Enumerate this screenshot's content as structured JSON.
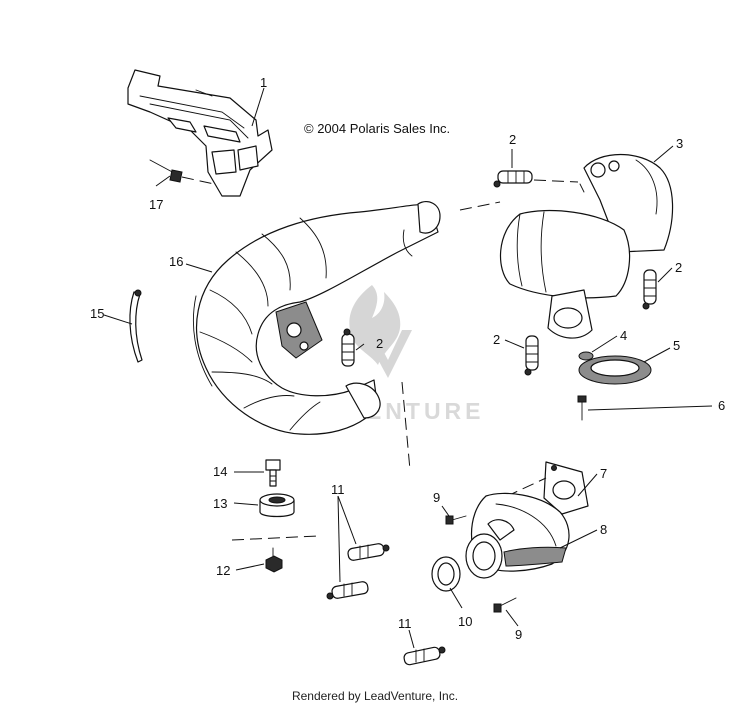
{
  "copyright": "© 2004 Polaris Sales Inc.",
  "watermark": "LEADVENTURE",
  "footer": "Rendered by LeadVenture, Inc.",
  "callouts": {
    "c1": "1",
    "c2a": "2",
    "c2b": "2",
    "c2c": "2",
    "c2d": "2",
    "c3": "3",
    "c4": "4",
    "c5": "5",
    "c6": "6",
    "c7": "7",
    "c8": "8",
    "c9a": "9",
    "c9b": "9",
    "c10": "10",
    "c11a": "11",
    "c11b": "11",
    "c12": "12",
    "c13": "13",
    "c14": "14",
    "c15": "15",
    "c16": "16",
    "c17": "17"
  }
}
